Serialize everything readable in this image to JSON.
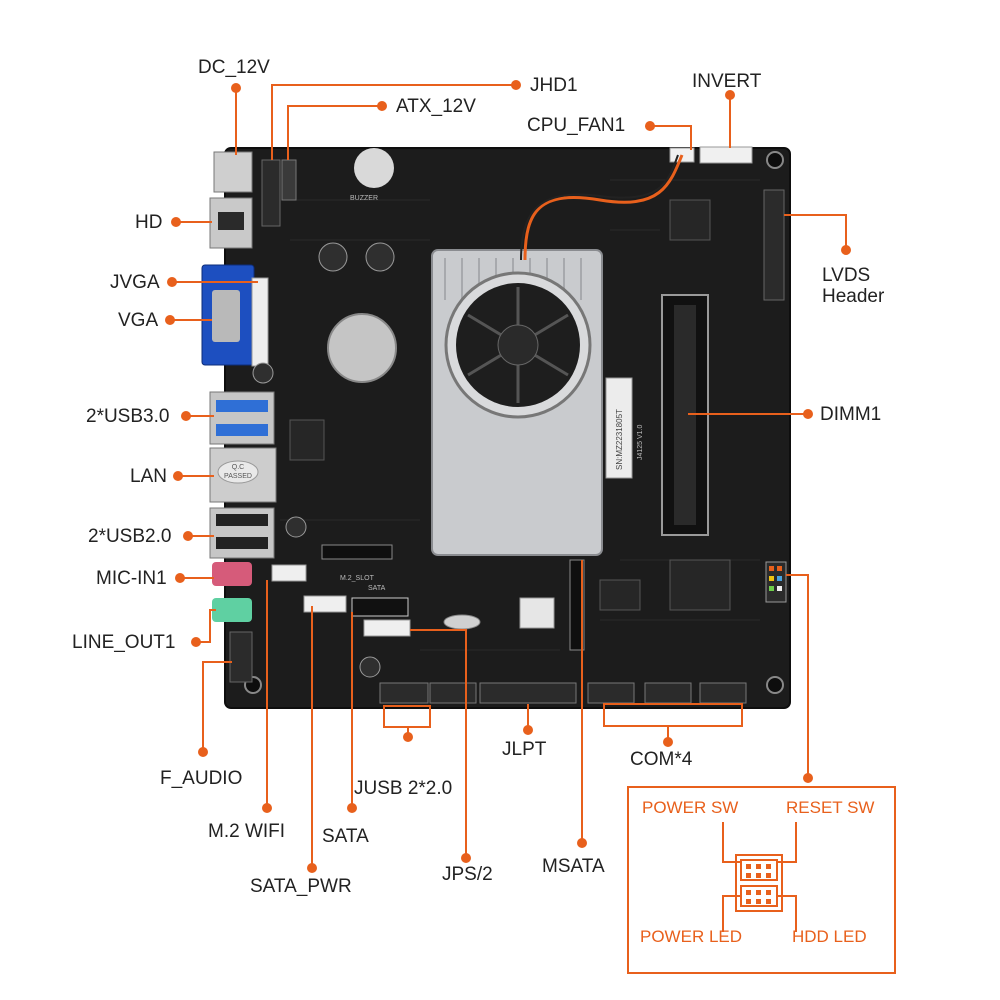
{
  "accent_color": "#e8601c",
  "board_color": "#1c1c1c",
  "labels": {
    "dc_12v": "DC_12V",
    "jhd1": "JHD1",
    "atx_12v": "ATX_12V",
    "invert": "INVERT",
    "cpu_fan1": "CPU_FAN1",
    "hd": "HD",
    "jvga": "JVGA",
    "vga": "VGA",
    "lvds_header_line1": "LVDS",
    "lvds_header_line2": "Header",
    "usb30": "2*USB3.0",
    "dimm1": "DIMM1",
    "lan": "LAN",
    "usb20": "2*USB2.0",
    "mic_in1": "MIC-IN1",
    "line_out1": "LINE_OUT1",
    "jlpt": "JLPT",
    "com4": "COM*4",
    "f_audio": "F_AUDIO",
    "jusb": "JUSB 2*2.0",
    "m2_wifi": "M.2 WIFI",
    "sata": "SATA",
    "jps2": "JPS/2",
    "msata": "MSATA",
    "sata_pwr": "SATA_PWR"
  },
  "switch_panel": {
    "power_sw": "POWER SW",
    "reset_sw": "RESET SW",
    "power_led": "POWER LED",
    "hdd_led": "HDD  LED"
  },
  "board_text": {
    "qc_line1": "Q.C",
    "qc_line2": "PASSED",
    "buzzer": "BUZZER",
    "cpu_sticker": "SN:MZ2231805T",
    "cpu_model": "J4125 V1.0",
    "m2_slot": "M.2_SLOT",
    "sata_silk": "SATA"
  }
}
